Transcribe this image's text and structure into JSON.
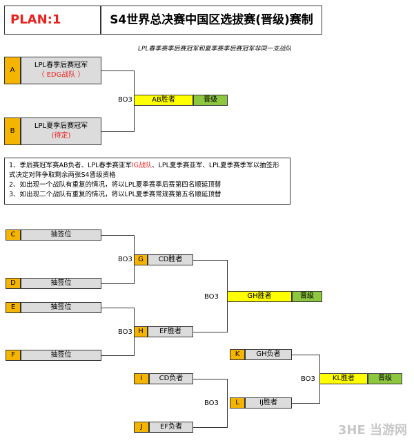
{
  "header": {
    "plan": "PLAN:1",
    "title": "S4世界总决赛中国区选拔赛(晋级)赛制",
    "subnote": "LPL春季赛季后赛冠军和夏季赛季后赛冠军非同一支战队"
  },
  "top_bracket": {
    "a": {
      "letter": "A",
      "line1": "LPL春季后赛冠军",
      "line2": "（ EDG战队 ）"
    },
    "b": {
      "letter": "B",
      "line1": "LPL夏季后赛冠军",
      "line2": "(待定)"
    },
    "bo": "BO3",
    "winner": "AB胜者",
    "result": "晋级"
  },
  "notes": {
    "line1_a": "1、季后赛冠军赛AB负者、LPL春季赛亚军",
    "line1_red": "IG战队",
    "line1_b": "、LPL夏季赛亚军、LPL夏季赛季军以抽签形式决定对阵争取剩余两张S4晋级资格",
    "line2": "2、如出现一个战队有重复的情况，将以LPL夏季赛季后赛第四名顺延顶替",
    "line3": "3、如出现二个战队有重复的情况，将以LPL夏季赛常规赛第五名顺延顶替"
  },
  "bottom_bracket": {
    "c": {
      "letter": "C",
      "label": "抽签位"
    },
    "d": {
      "letter": "D",
      "label": "抽签位"
    },
    "e": {
      "letter": "E",
      "label": "抽签位"
    },
    "f": {
      "letter": "F",
      "label": "抽签位"
    },
    "g": {
      "letter": "G",
      "label": "CD胜者"
    },
    "h": {
      "letter": "H",
      "label": "EF胜者"
    },
    "gh": {
      "label": "GH胜者",
      "result": "晋级"
    },
    "k": {
      "letter": "K",
      "label": "GH负者"
    },
    "i": {
      "letter": "I",
      "label": "CD负者"
    },
    "j": {
      "letter": "J",
      "label": "EF负者"
    },
    "l": {
      "letter": "L",
      "label": "IJ胜者"
    },
    "kl": {
      "label": "KL胜者",
      "result": "晋级"
    },
    "bo_cd": "BO3",
    "bo_ef": "BO3",
    "bo_gh": "BO3",
    "bo_ij": "BO3",
    "bo_kl": "BO3"
  },
  "watermark": "3HE 当游网"
}
